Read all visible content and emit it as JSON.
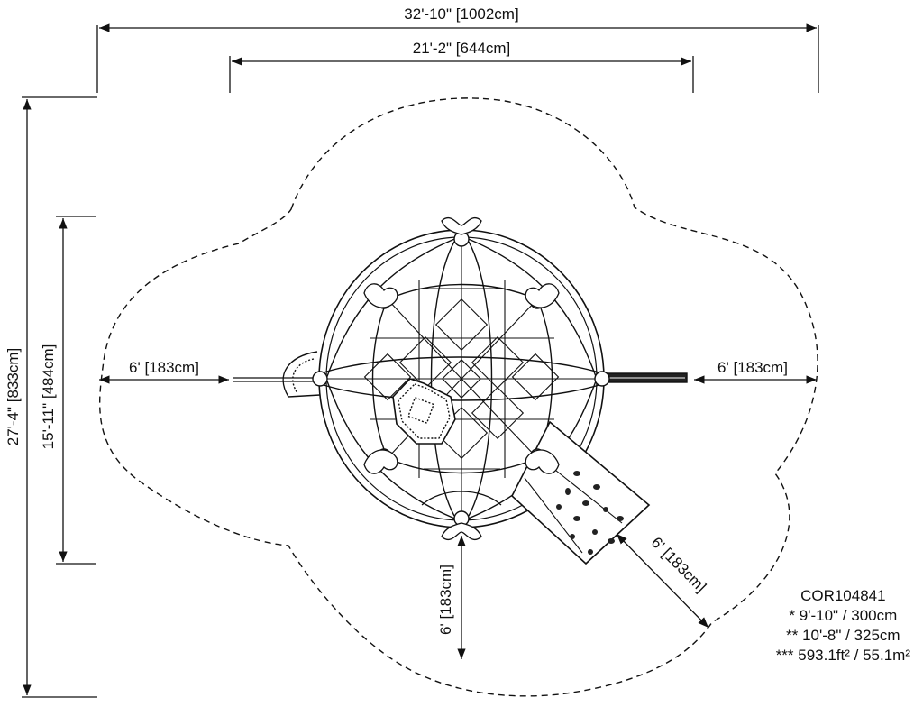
{
  "dimensions": {
    "overall_width": "32'-10\" [1002cm]",
    "structure_width": "21'-2\" [644cm]",
    "overall_depth": "27'-4\" [833cm]",
    "structure_depth": "15'-11\" [484cm]",
    "left_clearance": "6' [183cm]",
    "right_clearance": "6' [183cm]",
    "bottom_clearance": "6' [183cm]",
    "slide_clearance": "6' [183cm]"
  },
  "info": {
    "model": "COR104841",
    "height_1": "* 9'-10\" / 300cm",
    "height_2": "** 10'-8\" / 325cm",
    "area": "*** 593.1ft² / 55.1m²"
  }
}
